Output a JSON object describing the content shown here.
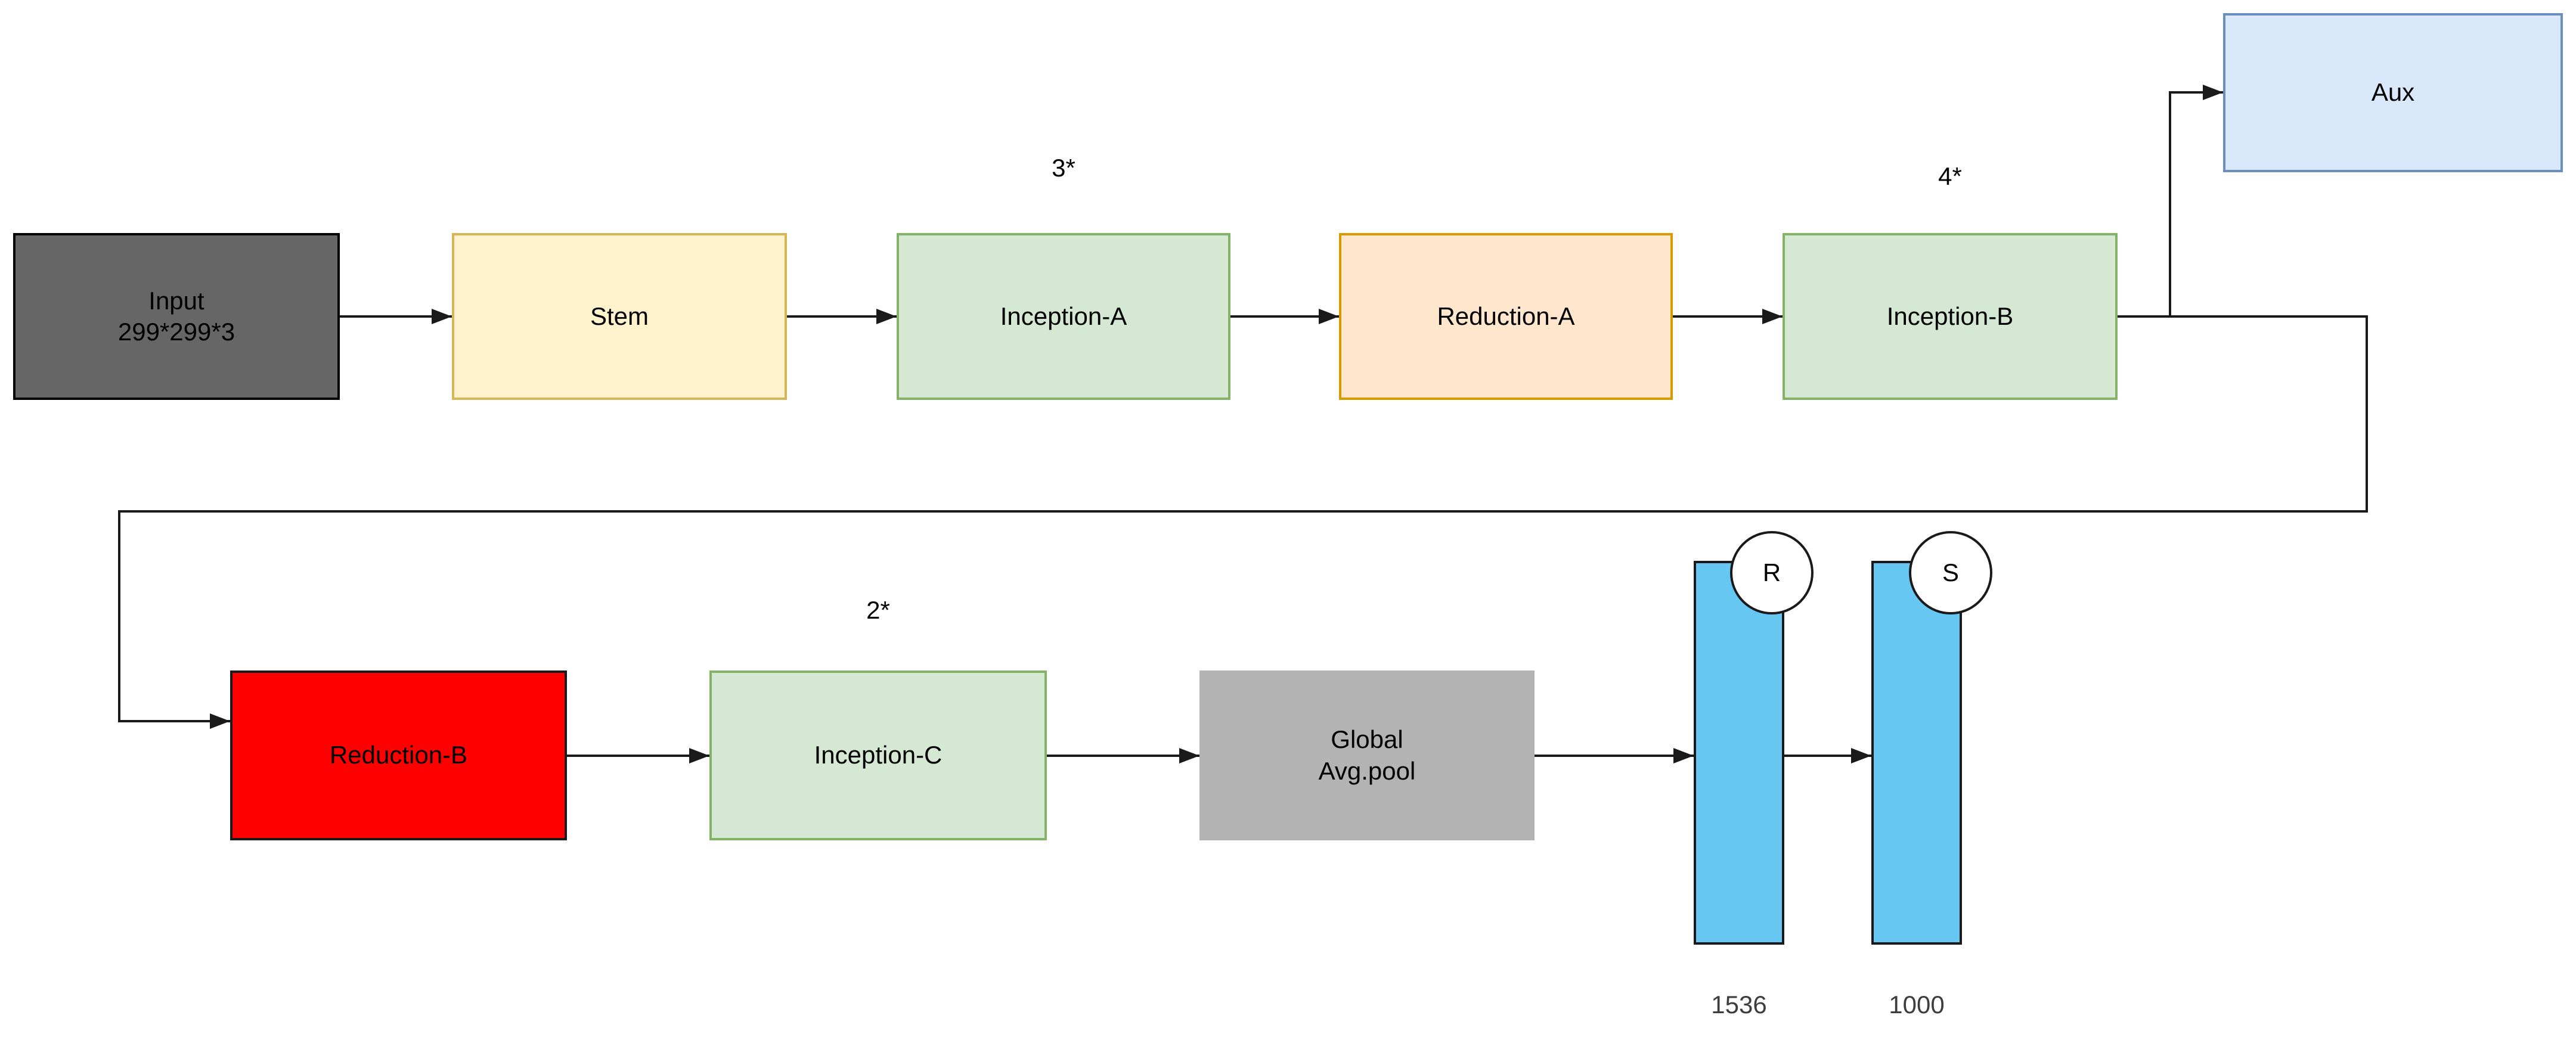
{
  "nodes": {
    "input": {
      "label": "Input\n299*299*3"
    },
    "stem": {
      "label": "Stem"
    },
    "inception_a": {
      "label": "Inception-A",
      "multiplier": "3*"
    },
    "reduction_a": {
      "label": "Reduction-A"
    },
    "inception_b": {
      "label": "Inception-B",
      "multiplier": "4*"
    },
    "aux": {
      "label": "Aux"
    },
    "reduction_b": {
      "label": "Reduction-B"
    },
    "inception_c": {
      "label": "Inception-C",
      "multiplier": "2*"
    },
    "global_avg_pool": {
      "label": "Global\nAvg.pool"
    },
    "fc_features": {
      "badge": "R",
      "units": "1536"
    },
    "fc_logits": {
      "badge": "S",
      "units": "1000"
    }
  },
  "palette": {
    "input_fill": "#666666",
    "input_border": "#000000",
    "stem_fill": "#FFF2CC",
    "stem_border": "#D6B656",
    "inception_fill": "#D5E8D4",
    "inception_border": "#82B366",
    "reduction_a_fill": "#FFE6CC",
    "reduction_a_border": "#D79B00",
    "aux_fill": "#DAE8FC",
    "aux_border": "#6C8EBF",
    "reduction_b_fill": "#FF0000",
    "pool_fill": "#B3B3B3",
    "bar_fill": "#67C7F3",
    "line_color": "#1A1A1A",
    "background": "#FFFFFF"
  }
}
